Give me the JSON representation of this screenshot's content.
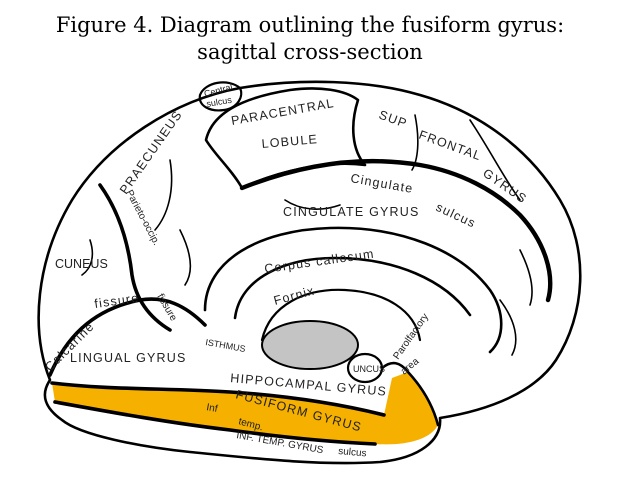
{
  "title": {
    "line1": "Figure 4. Diagram outlining the fusiform gyrus:",
    "line2": "sagittal cross-section"
  },
  "labels": {
    "central_sulcus_1": "Central",
    "central_sulcus_2": "sulcus",
    "paracentral_1": "PARACENTRAL",
    "paracentral_2": "LOBULE",
    "sup_frontal_1": "SUP",
    "sup_frontal_2": "FRONTAL",
    "sup_frontal_3": "GYRUS",
    "praecuneus": "PRAECUNEUS",
    "parieto_occip": "Parieto-occip.",
    "cingulate_sulcus_1": "Cingulate",
    "cingulate_sulcus_2": "sulcus",
    "cingulate_gyrus": "CINGULATE GYRUS",
    "corpus_callosum": "Corpus callosum",
    "cuneus": "CUNEUS",
    "fornix": "Fornix",
    "fissure_parieto": "fissure",
    "calcarine_fissure_1": "Calcarine",
    "calcarine_fissure_2": "fissure",
    "lingual_gyrus": "LINGUAL GYRUS",
    "isthmus": "ISTHMUS",
    "uncus": "UNCUS",
    "parolfactory_1": "Parolfactory",
    "parolfactory_2": "area",
    "hippocampal_gyrus": "HIPPOCAMPAL GYRUS",
    "fusiform_gyrus": "FUSIFORM GYRUS",
    "inf_temp_1": "Inf",
    "inf_temp_2": "temp.",
    "inf_temp_gyrus": "INF. TEMP. GYRUS",
    "sulcus_bottom": "sulcus"
  },
  "colors": {
    "fusiform_highlight": "#f5b000",
    "thalamus_fill": "#c4c4c4",
    "outline": "#000000"
  }
}
